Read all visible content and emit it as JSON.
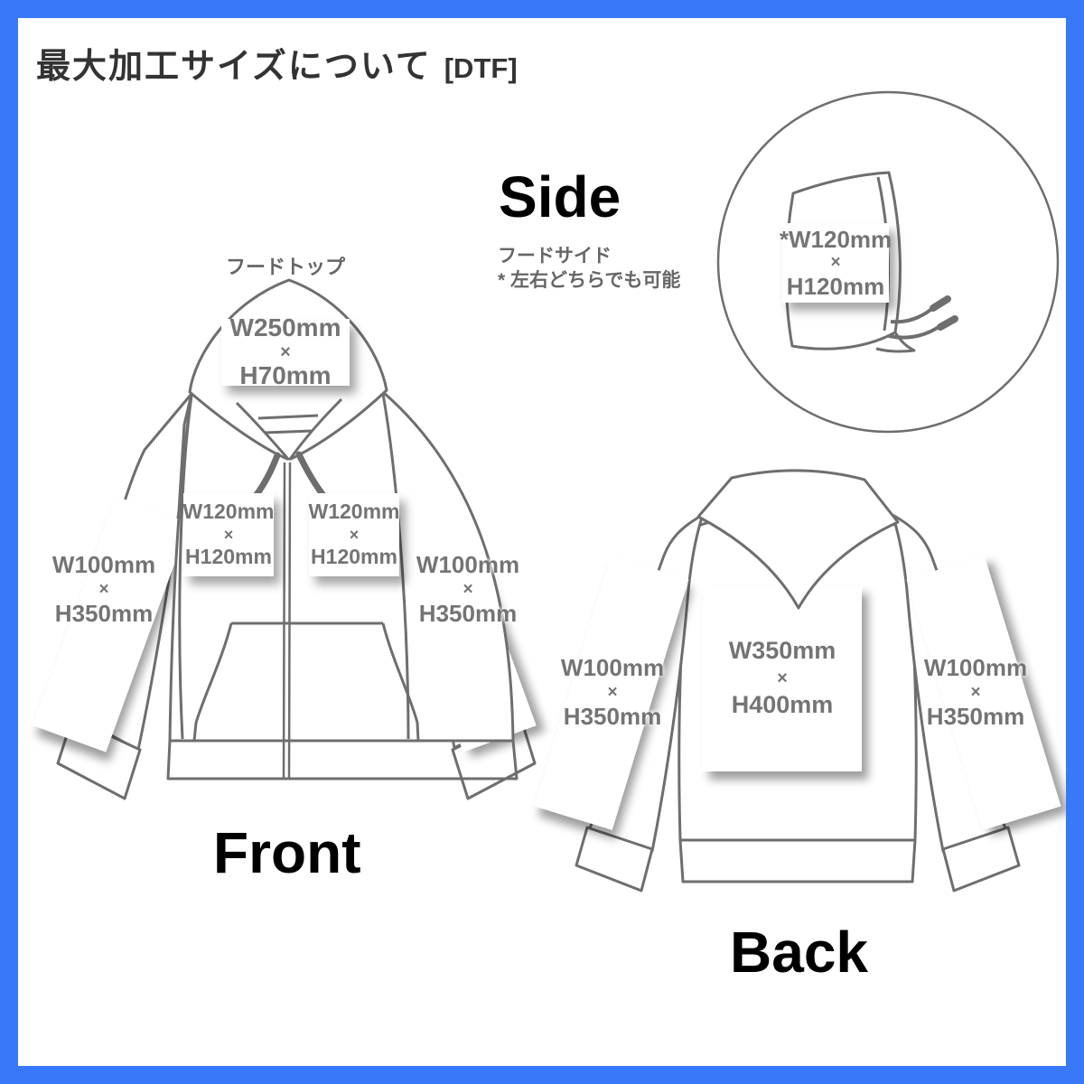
{
  "title": {
    "text": "最大加工サイズについて",
    "tag": "[DTF]"
  },
  "front": {
    "heading": "Front",
    "hood_top_caption": "フードトップ",
    "hood_top": {
      "w": "W250mm",
      "times": "×",
      "h": "H70mm"
    },
    "left_chest": {
      "w": "W120mm",
      "times": "×",
      "h": "H120mm"
    },
    "right_chest": {
      "w": "W120mm",
      "times": "×",
      "h": "H120mm"
    },
    "left_sleeve": {
      "w": "W100mm",
      "times": "×",
      "h": "H350mm"
    },
    "right_sleeve": {
      "w": "W100mm",
      "times": "×",
      "h": "H350mm"
    }
  },
  "side": {
    "heading": "Side",
    "caption_line1": "フードサイド",
    "caption_line2": "* 左右どちらでも可能",
    "hood_side": {
      "w": "*W120mm",
      "times": "×",
      "h": "H120mm"
    }
  },
  "back": {
    "heading": "Back",
    "center_print": {
      "w": "W350mm",
      "times": "×",
      "h": "H400mm"
    },
    "left_sleeve": {
      "w": "W100mm",
      "times": "×",
      "h": "H350mm"
    },
    "right_sleeve": {
      "w": "W100mm",
      "times": "×",
      "h": "H350mm"
    }
  },
  "colors": {
    "accent_blue": "#3779f8",
    "outline_gray": "#6e6e6e",
    "label_gray": "#747474",
    "heading_black": "#000000",
    "title_dark": "#333333"
  }
}
